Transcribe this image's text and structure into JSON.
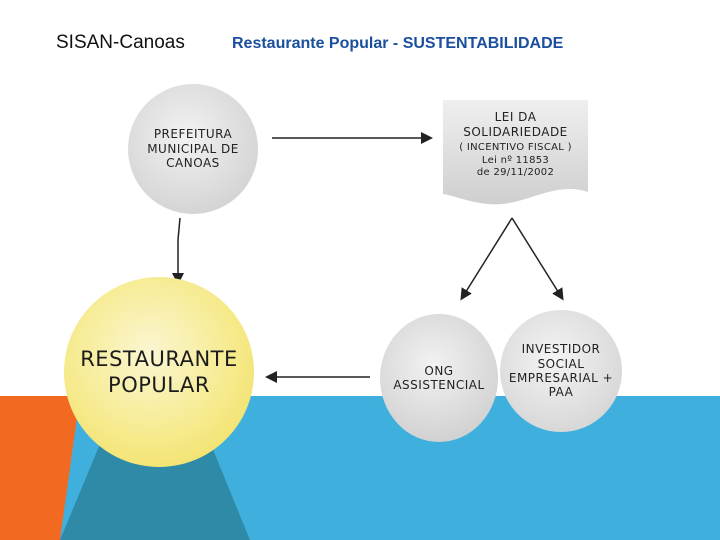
{
  "header": {
    "left_title": "SISAN-Canoas",
    "right_title": "Restaurante Popular - SUSTENTABILIDADE"
  },
  "nodes": {
    "prefeitura": {
      "lines": [
        "PREFEITURA",
        "MUNICIPAL DE",
        "CANOAS"
      ]
    },
    "lei": {
      "title_lines": [
        "LEI DA",
        "SOLIDARIEDADE"
      ],
      "sub_lines": [
        "( INCENTIVO FISCAL )",
        "Lei nº 11853",
        "de 29/11/2002"
      ]
    },
    "restaurante": {
      "lines": [
        "RESTAURANTE",
        "POPULAR"
      ]
    },
    "ong": {
      "lines": [
        "ONG",
        "ASSISTENCIAL"
      ]
    },
    "investidor": {
      "lines": [
        "INVESTIDOR",
        "SOCIAL",
        "EMPRESARIAL +",
        "PAA"
      ]
    }
  },
  "colors": {
    "title_blue": "#1a4f9e",
    "bg_orange": "#f26a21",
    "bg_blue": "#3fb0de",
    "bg_teal": "#2e8aa7",
    "node_yellow": "#f6ea8c",
    "node_gray": "#d6d6d6"
  }
}
